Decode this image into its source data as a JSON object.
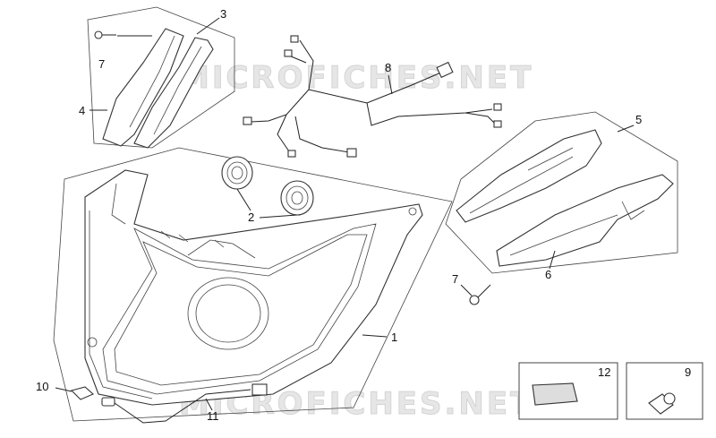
{
  "watermark": {
    "top": "MICROFICHES.NET",
    "bottom": "MICROFICHES.NET"
  },
  "callouts": [
    {
      "id": "c1",
      "text": "1"
    },
    {
      "id": "c2",
      "text": "2"
    },
    {
      "id": "c3",
      "text": "3"
    },
    {
      "id": "c4",
      "text": "4"
    },
    {
      "id": "c5",
      "text": "5"
    },
    {
      "id": "c6",
      "text": "6"
    },
    {
      "id": "c7a",
      "text": "7"
    },
    {
      "id": "c7b",
      "text": "7"
    },
    {
      "id": "c8",
      "text": "8"
    },
    {
      "id": "c9",
      "text": "9"
    },
    {
      "id": "c10",
      "text": "10"
    },
    {
      "id": "c11",
      "text": "11"
    },
    {
      "id": "c12",
      "text": "12"
    }
  ]
}
